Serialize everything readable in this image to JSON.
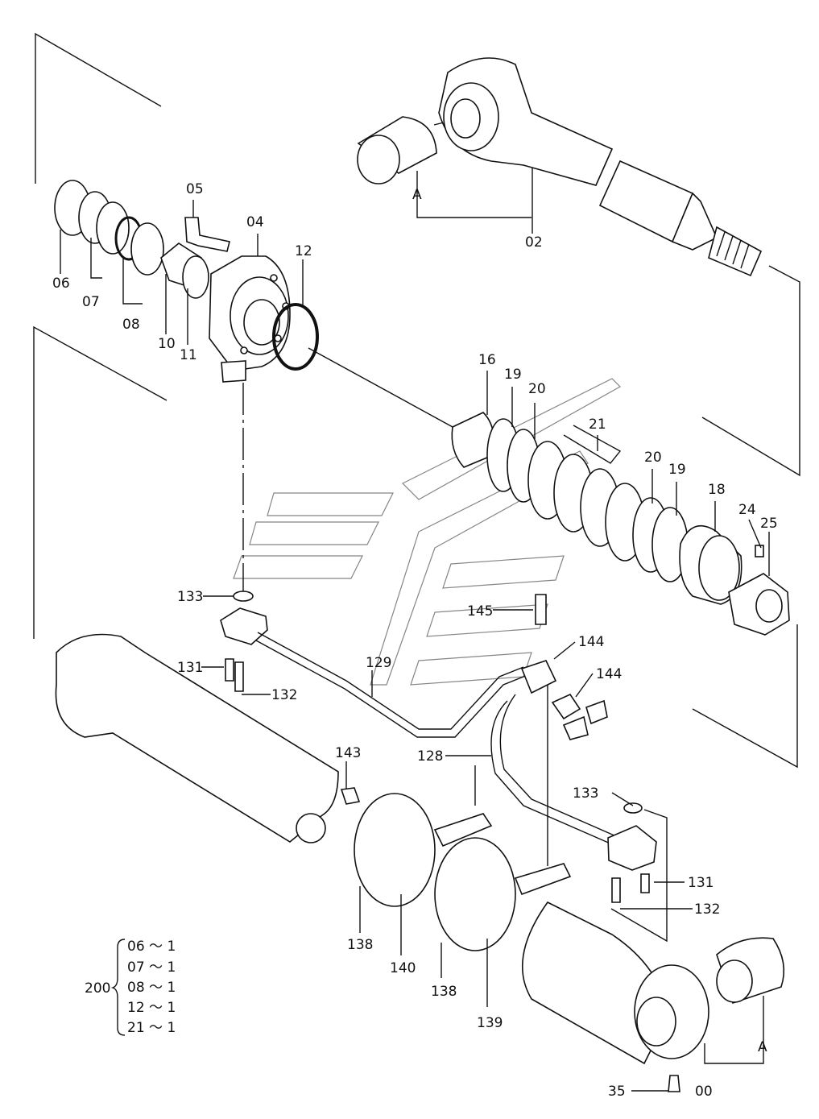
{
  "diagram": {
    "part_labels": {
      "p00": "00",
      "p02": "02",
      "p04": "04",
      "p05": "05",
      "p06": "06",
      "p07": "07",
      "p08": "08",
      "p10": "10",
      "p11": "11",
      "p12": "12",
      "p16": "16",
      "p18": "18",
      "p19a": "19",
      "p19b": "19",
      "p20a": "20",
      "p20b": "20",
      "p21": "21",
      "p24": "24",
      "p25": "25",
      "p35": "35",
      "p128": "128",
      "p129": "129",
      "p131a": "131",
      "p131b": "131",
      "p132a": "132",
      "p132b": "132",
      "p133a": "133",
      "p133b": "133",
      "p138a": "138",
      "p138b": "138",
      "p139": "139",
      "p140": "140",
      "p143": "143",
      "p144a": "144",
      "p144b": "144",
      "p145": "145",
      "refA1": "A",
      "refA2": "A"
    },
    "kit": {
      "id": "200",
      "lines": [
        "06 ～ 1",
        "07 ～ 1",
        "08 ～ 1",
        "12 ～ 1",
        "21 ～ 1"
      ]
    }
  }
}
